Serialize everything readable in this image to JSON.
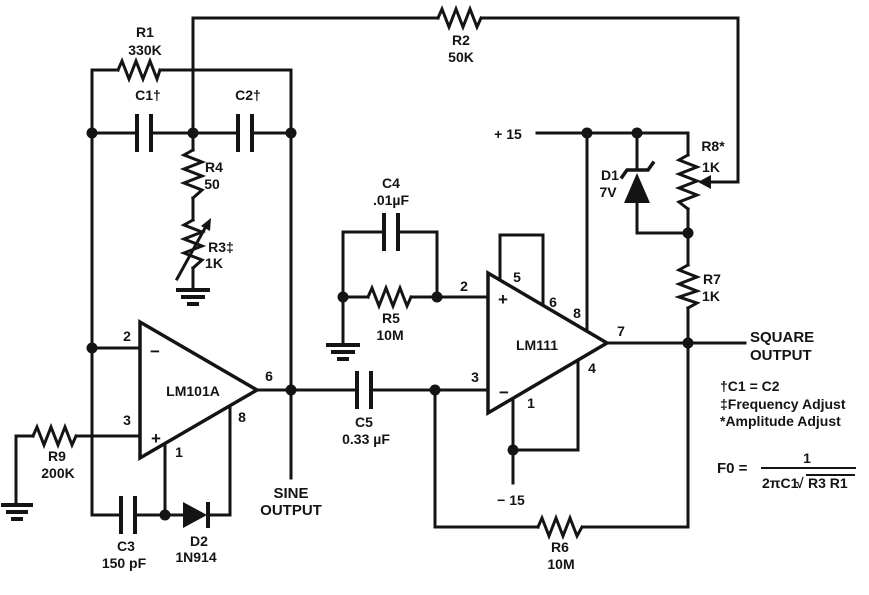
{
  "schematic": {
    "components": {
      "r1": {
        "ref": "R1",
        "value": "330K"
      },
      "r2": {
        "ref": "R2",
        "value": "50K"
      },
      "r3": {
        "ref": "R3‡",
        "value": "1K"
      },
      "r4": {
        "ref": "R4",
        "value": "50"
      },
      "r5": {
        "ref": "R5",
        "value": "10M"
      },
      "r6": {
        "ref": "R6",
        "value": "10M"
      },
      "r7": {
        "ref": "R7",
        "value": "1K"
      },
      "r8": {
        "ref": "R8*",
        "value": "1K"
      },
      "r9": {
        "ref": "R9",
        "value": "200K"
      },
      "c1": {
        "ref": "C1†"
      },
      "c2": {
        "ref": "C2†"
      },
      "c3": {
        "ref": "C3",
        "value": "150 pF"
      },
      "c4": {
        "ref": "C4",
        "value": ".01µF"
      },
      "c5": {
        "ref": "C5",
        "value": "0.33 µF"
      },
      "d1": {
        "ref": "D1",
        "value": "7V"
      },
      "d2": {
        "ref": "D2",
        "value": "1N914"
      },
      "u1": {
        "ref": "LM101A",
        "pin_inverting": "2",
        "pin_noninverting": "3",
        "pin_output": "6",
        "pin_comp": "8",
        "pin_balance": "1",
        "sign_minus": "−",
        "sign_plus": "+"
      },
      "u2": {
        "ref": "LM111",
        "pin_plus_in": "2",
        "pin_minus_in": "3",
        "pin_balance": "5",
        "pin_strobe": "6",
        "pin_vplus": "8",
        "pin_output": "7",
        "pin_vminus": "4",
        "pin_ground": "1",
        "sign_plus": "+",
        "sign_minus": "−"
      }
    },
    "power": {
      "positive_rail": "+ 15",
      "negative_rail": "− 15"
    },
    "outputs": {
      "sine_line1": "SINE",
      "sine_line2": "OUTPUT",
      "square_line1": "SQUARE",
      "square_line2": "OUTPUT"
    },
    "notes": {
      "note1": "†C1 = C2",
      "note2": "‡Frequency Adjust",
      "note3": "*Amplitude Adjust"
    },
    "formula": {
      "lhs": "F0 =",
      "numerator": "1",
      "denominator_coefficient": "2πC1",
      "radical_sign": "√",
      "radicand": "R3 R1"
    },
    "colors": {
      "ink": "#141414",
      "background": "#ffffff"
    }
  }
}
